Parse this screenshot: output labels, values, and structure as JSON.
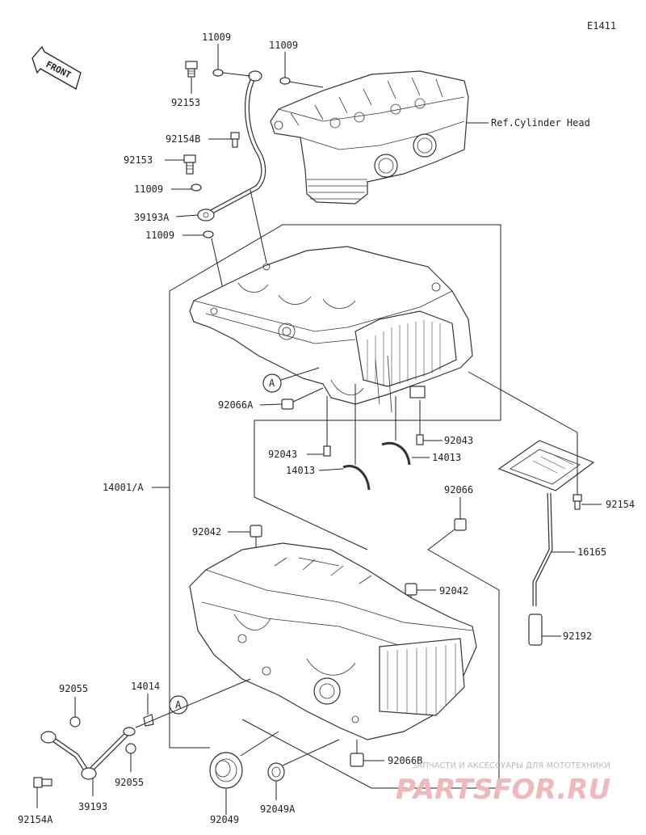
{
  "diagram_code": "E1411",
  "front_label": "FRONT",
  "ref_label": "Ref.Cylinder Head",
  "callout_a": "A",
  "parts": {
    "p11009_top_a": "11009",
    "p11009_top_b": "11009",
    "p92153_top": "92153",
    "p92154B": "92154B",
    "p92153_mid": "92153",
    "p11009_mid_a": "11009",
    "p39193A": "39193A",
    "p11009_mid_b": "11009",
    "p92066A": "92066A",
    "p92043_left": "92043",
    "p14013_left": "14013",
    "p92043_right": "92043",
    "p14013_right": "14013",
    "p14001A": "14001/A",
    "p92066": "92066",
    "p92154": "92154",
    "p16165": "16165",
    "p92042_left": "92042",
    "p92042_right": "92042",
    "p92192": "92192",
    "p92055_top": "92055",
    "p14014": "14014",
    "p92055_bottom": "92055",
    "p92154A": "92154A",
    "p39193": "39193",
    "p92066B": "92066B",
    "p92049": "92049",
    "p92049A": "92049A"
  },
  "watermark": {
    "line1": "ЗАПЧАСТИ И АКСЕССУАРЫ ДЛЯ МОТОТЕХНИКИ",
    "line2": "PARTSFOR.RU"
  }
}
